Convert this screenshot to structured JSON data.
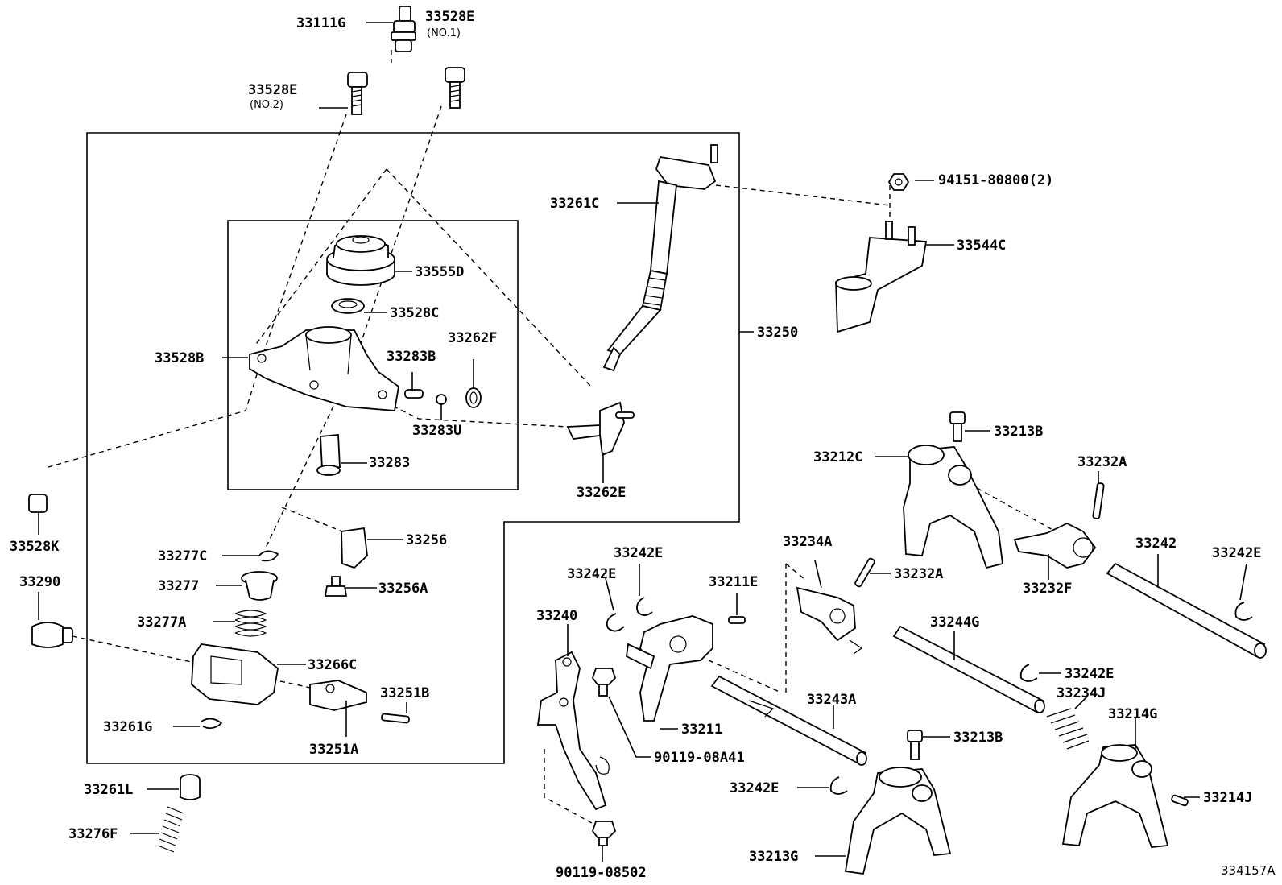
{
  "groups": {
    "outer": "33250",
    "inner": ""
  },
  "labels": {
    "p33111G": "33111G",
    "p33528E_1": "33528E",
    "p33528E_1_sub": "(NO.1)",
    "p33528E_2": "33528E",
    "p33528E_2_sub": "(NO.2)",
    "p33261C": "33261C",
    "p94151": "94151-80800(2)",
    "p33544C": "33544C",
    "p33555D": "33555D",
    "p33528C": "33528C",
    "p33250": "33250",
    "p33528B": "33528B",
    "p33283B": "33283B",
    "p33262F": "33262F",
    "p33283U": "33283U",
    "p33283": "33283",
    "p33262E": "33262E",
    "p33213B_top": "33213B",
    "p33212C": "33212C",
    "p33232A_top": "33232A",
    "p33528K": "33528K",
    "p33277C": "33277C",
    "p33256": "33256",
    "p33290": "33290",
    "p33277": "33277",
    "p33256A": "33256A",
    "p33242E_a": "33242E",
    "p33242E_b": "33242E",
    "p33234A": "33234A",
    "p33232A_mid": "33232A",
    "p33232F": "33232F",
    "p33242": "33242",
    "p33242E_c": "33242E",
    "p33277A": "33277A",
    "p33211E": "33211E",
    "p33240": "33240",
    "p33244G": "33244G",
    "p33266C": "33266C",
    "p33242E_d": "33242E",
    "p33251B": "33251B",
    "p33243A": "33243A",
    "p33234J": "33234J",
    "p33261G": "33261G",
    "p33211": "33211",
    "p33214G": "33214G",
    "p33251A": "33251A",
    "p90119_A41": "90119-08A41",
    "p33213B_bot": "33213B",
    "p33261L": "33261L",
    "p33242E_e": "33242E",
    "p33214J": "33214J",
    "p33276F": "33276F",
    "p33213G": "33213G",
    "p90119_502": "90119-08502",
    "ref": "334157A"
  }
}
